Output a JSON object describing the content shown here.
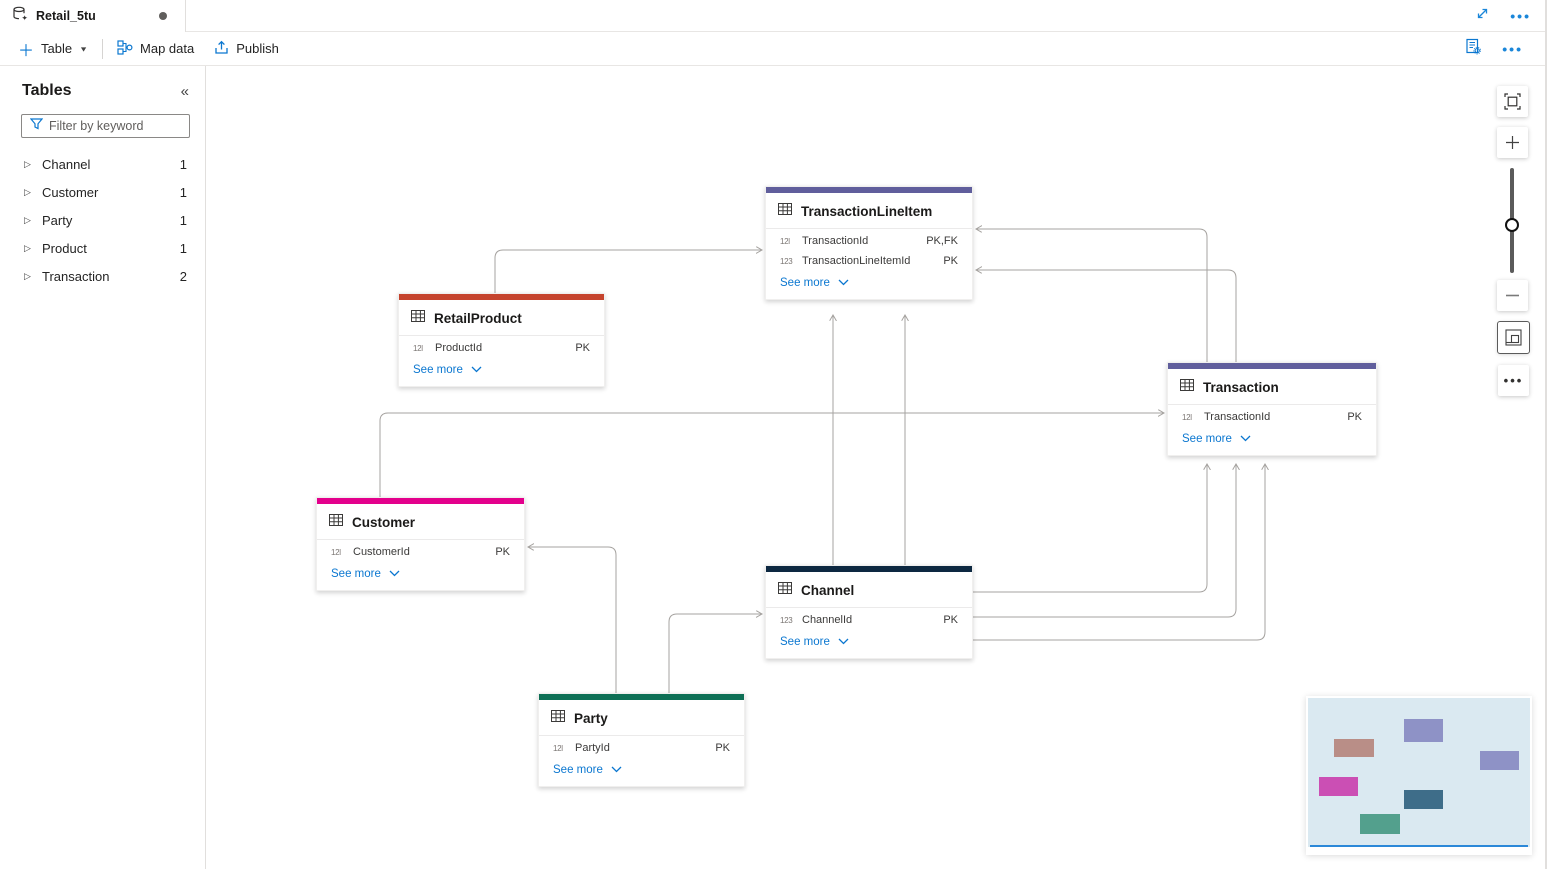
{
  "tab": {
    "title": "Retail_5tu",
    "unsaved": true
  },
  "top_actions": {},
  "toolbar": {
    "table_label": "Table",
    "map_data_label": "Map data",
    "publish_label": "Publish"
  },
  "sidebar": {
    "title": "Tables",
    "collapse_glyph": "«",
    "filter_placeholder": "Filter by keyword",
    "items": [
      {
        "label": "Channel",
        "count": "1"
      },
      {
        "label": "Customer",
        "count": "1"
      },
      {
        "label": "Party",
        "count": "1"
      },
      {
        "label": "Product",
        "count": "1"
      },
      {
        "label": "Transaction",
        "count": "2"
      }
    ]
  },
  "canvas": {
    "tables": [
      {
        "name": "TransactionLineItem",
        "accent": "#605E9C",
        "fields": [
          {
            "icon": "12l",
            "name": "TransactionId",
            "keys": "PK,FK"
          },
          {
            "icon": "123",
            "name": "TransactionLineItemId",
            "keys": "PK"
          }
        ],
        "see_more_label": "See more"
      },
      {
        "name": "RetailProduct",
        "accent": "#C5432D",
        "fields": [
          {
            "icon": "12l",
            "name": "ProductId",
            "keys": "PK"
          }
        ],
        "see_more_label": "See more"
      },
      {
        "name": "Transaction",
        "accent": "#605E9C",
        "fields": [
          {
            "icon": "12l",
            "name": "TransactionId",
            "keys": "PK"
          }
        ],
        "see_more_label": "See more"
      },
      {
        "name": "Customer",
        "accent": "#E3008C",
        "fields": [
          {
            "icon": "12l",
            "name": "CustomerId",
            "keys": "PK"
          }
        ],
        "see_more_label": "See more"
      },
      {
        "name": "Channel",
        "accent": "#0D2841",
        "fields": [
          {
            "icon": "123",
            "name": "ChannelId",
            "keys": "PK"
          }
        ],
        "see_more_label": "See more"
      },
      {
        "name": "Party",
        "accent": "#0E6F55",
        "fields": [
          {
            "icon": "12l",
            "name": "PartyId",
            "keys": "PK"
          }
        ],
        "see_more_label": "See more"
      }
    ],
    "relationships": [
      {
        "from": "RetailProduct",
        "to": "TransactionLineItem"
      },
      {
        "from": "Transaction",
        "to": "TransactionLineItem"
      },
      {
        "from": "Transaction",
        "to": "TransactionLineItem"
      },
      {
        "from": "Channel",
        "to": "TransactionLineItem"
      },
      {
        "from": "Channel",
        "to": "TransactionLineItem"
      },
      {
        "from": "Customer",
        "to": "Transaction"
      },
      {
        "from": "Party",
        "to": "Customer"
      },
      {
        "from": "Party",
        "to": "Channel"
      },
      {
        "from": "Channel",
        "to": "Transaction"
      },
      {
        "from": "Channel",
        "to": "Transaction"
      },
      {
        "from": "Channel",
        "to": "Transaction"
      }
    ]
  },
  "minimap": {
    "background": "#DAE9F1",
    "viewport_line_color": "#2B88D8",
    "items": [
      {
        "table": "TransactionLineItem",
        "color": "#8E92C6"
      },
      {
        "table": "RetailProduct",
        "color": "#B98E87"
      },
      {
        "table": "Transaction",
        "color": "#8E92C6"
      },
      {
        "table": "Customer",
        "color": "#CB4FB4"
      },
      {
        "table": "Channel",
        "color": "#3E6D89"
      },
      {
        "table": "Party",
        "color": "#53A08D"
      }
    ]
  },
  "colors": {
    "accent_blue": "#0B77D0",
    "connector": "#A6A3A0"
  }
}
